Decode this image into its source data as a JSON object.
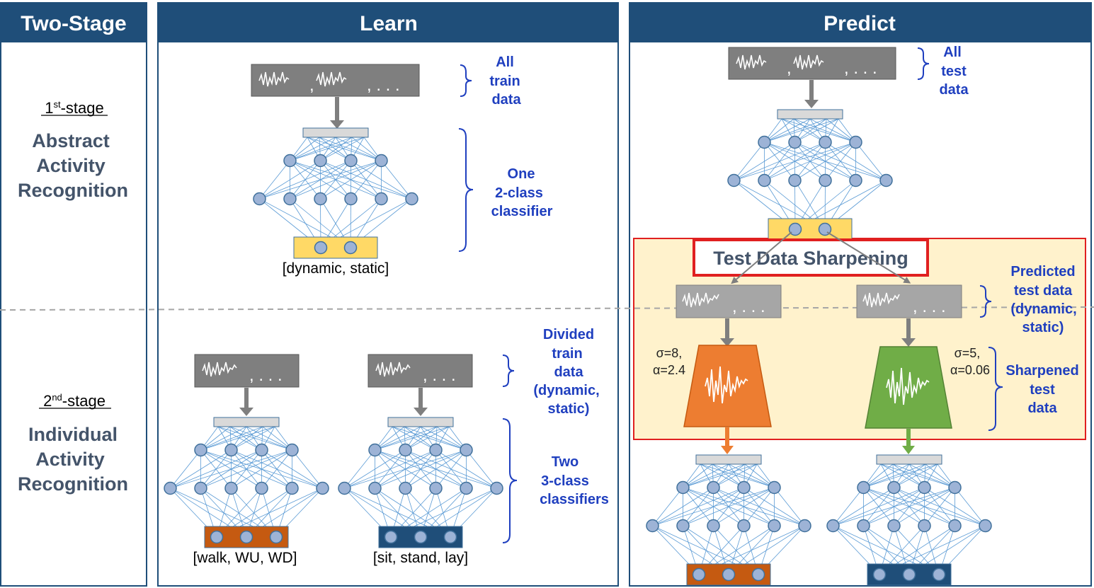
{
  "headers": {
    "two_stage": "Two-Stage",
    "learn": "Learn",
    "predict": "Predict"
  },
  "stage1": {
    "label_prefix": "1",
    "label_sup": "st",
    "label_suffix": "-stage",
    "title_lines": [
      "Abstract",
      "Activity",
      "Recognition"
    ]
  },
  "stage2": {
    "label_prefix": "2",
    "label_sup": "nd",
    "label_suffix": "-stage",
    "title_lines": [
      "Individual",
      "Activity",
      "Recognition"
    ]
  },
  "learn": {
    "all_train_data": [
      "All",
      "train",
      "data"
    ],
    "one_classifier": [
      "One",
      "2-class",
      "classifier"
    ],
    "output_stage1": "[dynamic, static]",
    "divided_train_data": [
      "Divided",
      "train",
      "data",
      "(dynamic,",
      "static)"
    ],
    "two_classifiers": [
      "Two",
      "3-class",
      "classifiers"
    ],
    "output_dynamic": "[walk, WU, WD]",
    "output_static": "[sit, stand, lay]"
  },
  "predict": {
    "all_test_data": [
      "All",
      "test",
      "data"
    ],
    "sharpening_title": "Test Data Sharpening",
    "predicted_test_data": [
      "Predicted",
      "test data",
      "(dynamic,",
      "static)"
    ],
    "sharpened_test_data": [
      "Sharpened",
      "test",
      "data"
    ],
    "param_left": [
      "σ=8,",
      "α=2.4"
    ],
    "param_right": [
      "σ=5,",
      "α=0.06"
    ]
  },
  "signal_text": {
    "long": ", . . .",
    "short": ", . . ."
  },
  "colors": {
    "header_bg": "#1f4e79",
    "note_text": "#1f3fbf",
    "signal_box": "#7f7f7f",
    "neuron_fill": "#9db3d6",
    "neuron_stroke": "#41719c",
    "edge": "#5b9bd5",
    "input_bar": "#d9d9d9",
    "output_yellow": "#ffd966",
    "output_orange": "#c55a11",
    "output_navy": "#1f4e79",
    "sharpen_bg": "#fff2cc",
    "sharpen_border": "#e02020",
    "filter_orange": "#ed7d31",
    "filter_green": "#70ad47"
  }
}
